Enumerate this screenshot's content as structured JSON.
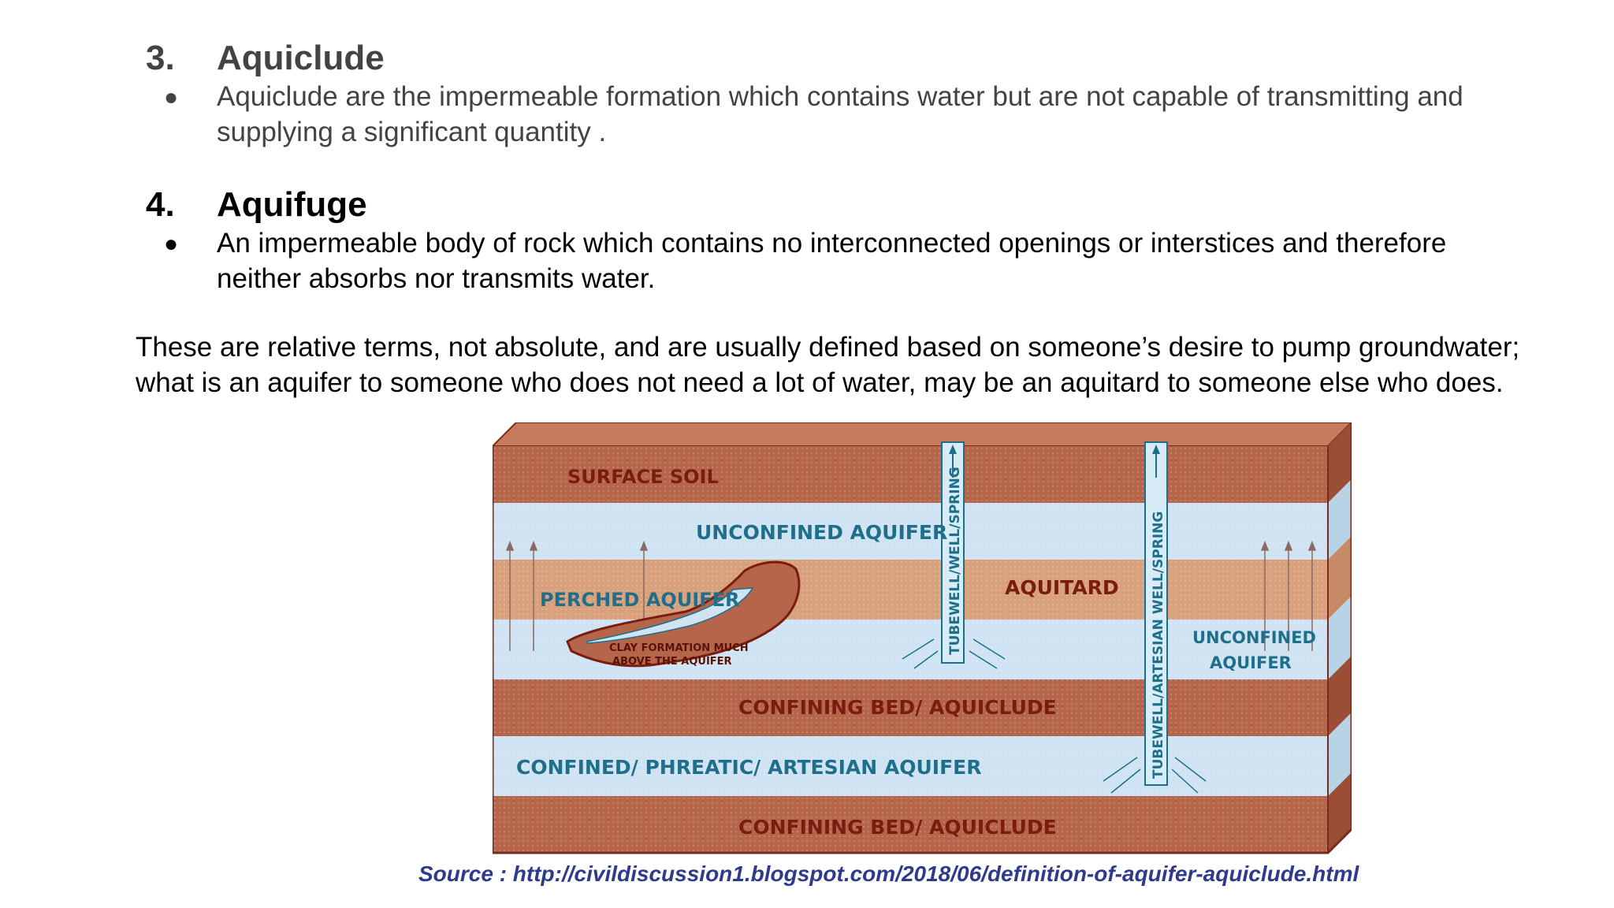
{
  "section3": {
    "number": "3.",
    "title": "Aquiclude",
    "bullet": "●",
    "text": "Aquiclude are the impermeable formation which contains water but are not capable of transmitting and supplying a significant quantity ."
  },
  "section4": {
    "number": "4.",
    "title": "Aquifuge",
    "bullet": "●",
    "text": "An impermeable body of rock which contains no interconnected openings or interstices and therefore neither absorbs nor transmits water."
  },
  "paragraph": "These are relative terms, not absolute, and are usually defined based on someone’s desire to pump groundwater; what is an aquifer to someone who does not need a lot of water, may be an aquitard to someone else who does.",
  "diagram": {
    "colors": {
      "soil": "#b5654a",
      "soil_dark": "#8f3f2c",
      "aquitard": "#d9a07c",
      "water": "#cfe3f2",
      "water_label": "#1f6f8b",
      "soil_label": "#7a1d10"
    },
    "labels": {
      "surface_soil": "SURFACE SOIL",
      "unconfined_aquifer": "UNCONFINED AQUIFER",
      "perched_aquifer": "PERCHED AQUIFER",
      "clay_line1": "CLAY FORMATION MUCH",
      "clay_line2": "ABOVE THE AQUIFER",
      "aquitard": "AQUITARD",
      "unconfined_right_line1": "UNCONFINED",
      "unconfined_right_line2": "AQUIFER",
      "confining_bed_1": "CONFINING BED/ AQUICLUDE",
      "confined_aquifer": "CONFINED/ PHREATIC/ ARTESIAN AQUIFER",
      "confining_bed_2": "CONFINING BED/ AQUICLUDE",
      "well1": "TUBEWELL/WELL/SPRING",
      "well2": "TUBEWELL/ARTESIAN WELL/SPRING"
    }
  },
  "source": "Source : http://civildiscussion1.blogspot.com/2018/06/definition-of-aquifer-aquiclude.html"
}
